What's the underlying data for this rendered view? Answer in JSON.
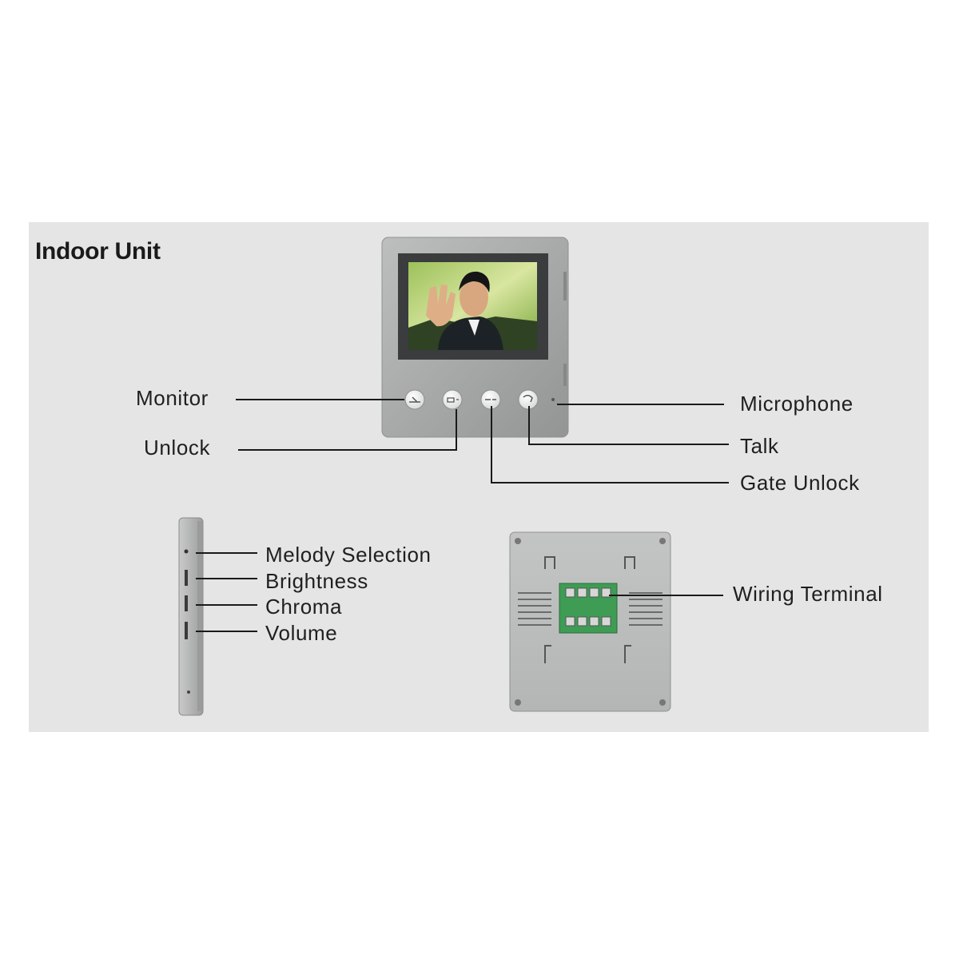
{
  "heading": "Indoor Unit",
  "front_callouts": {
    "monitor": "Monitor",
    "unlock": "Unlock",
    "microphone": "Microphone",
    "talk": "Talk",
    "gate_unlock": "Gate Unlock"
  },
  "side_callouts": {
    "melody": "Melody Selection",
    "brightness": "Brightness",
    "chroma": "Chroma",
    "volume": "Volume"
  },
  "back_callouts": {
    "wiring": "Wiring Terminal"
  },
  "colors": {
    "panel_background": "#e5e5e5",
    "device_body": "#a9acab",
    "screen_bezel": "#3a3c3e",
    "terminal_green": "#3e9c55"
  }
}
